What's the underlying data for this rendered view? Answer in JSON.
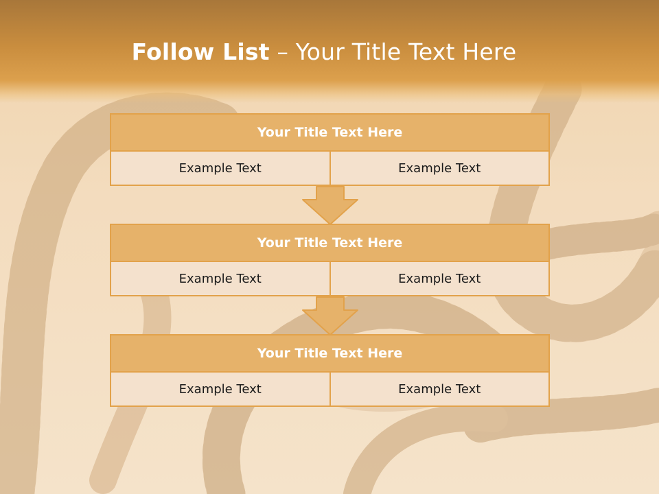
{
  "header": {
    "title_strong": "Follow List",
    "title_rest": " – Your Title Text Here"
  },
  "blocks": [
    {
      "title": "Your Title Text Here",
      "cells": [
        "Example Text",
        "Example Text"
      ]
    },
    {
      "title": "Your Title Text Here",
      "cells": [
        "Example Text",
        "Example Text"
      ]
    },
    {
      "title": "Your Title Text Here",
      "cells": [
        "Example Text",
        "Example Text"
      ]
    }
  ],
  "colors": {
    "header": "#c98d3e",
    "title_fill": "#e6b26a",
    "cell_fill": "#f4e1cd",
    "border": "#e2a24b",
    "arrow": "#e6b26a"
  }
}
